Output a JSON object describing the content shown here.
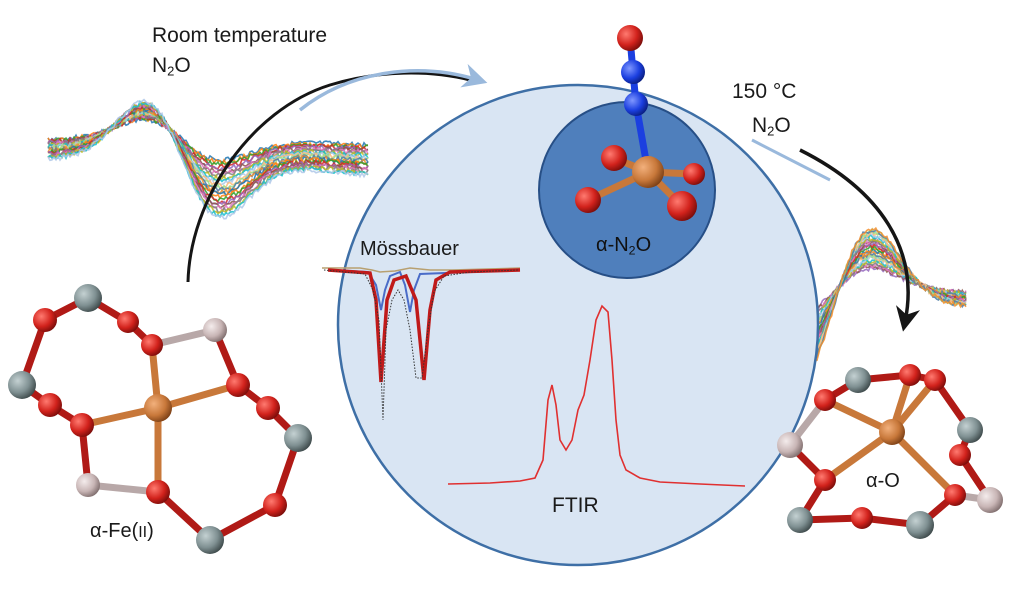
{
  "labels": {
    "room_temp": "Room temperature",
    "n2o_left": "N",
    "n2o_left_sub": "2",
    "n2o_left_tail": "O",
    "temp_150": "150 °C",
    "n2o_right": "N",
    "n2o_right_sub": "2",
    "n2o_right_tail": "O",
    "mossbauer": "Mössbauer",
    "alpha_n2o": "α-N",
    "alpha_n2o_sub": "2",
    "alpha_n2o_tail": "O",
    "ftir": "FTIR",
    "alpha_fe": "α-Fe(",
    "alpha_fe_ox": "II",
    "alpha_fe_tail": ")",
    "alpha_o": "α-O"
  },
  "colors": {
    "circle_fill": "#d9e5f3",
    "circle_stroke": "#3e6fa6",
    "inner_circle_fill": "#4f7fbc",
    "inner_circle_stroke": "#274f86",
    "oxygen": "#d2221c",
    "fe": "#c8783a",
    "si": "#7f9092",
    "al": "#c8b5b5",
    "nitrogen": "#1b3fe0",
    "mossbauer_fit": "#c01a1a",
    "mossbauer_blue": "#4a6cc8",
    "ftir_line": "#e03030",
    "arrow_dark": "#151515",
    "arrow_light": "#9ab9dc"
  },
  "spectra_colors": [
    "#1f77b4",
    "#ff7f0e",
    "#2ca02c",
    "#d62728",
    "#9467bd",
    "#8c564b",
    "#e377c2",
    "#7f7f7f",
    "#bcbd22",
    "#17becf",
    "#aec7e8",
    "#ffbb78",
    "#98df8a",
    "#4e79a7",
    "#f28e2b"
  ]
}
